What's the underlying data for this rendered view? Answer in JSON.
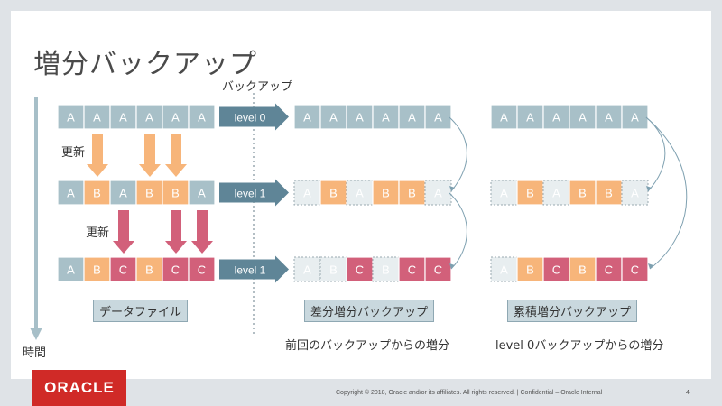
{
  "slide": {
    "title": "増分バックアップ",
    "backup_label": "バックアップ",
    "update_label_1": "更新",
    "update_label_2": "更新",
    "time_label": "時間",
    "datafile_label": "データファイル",
    "diff_label": "差分増分バックアップ",
    "cumulative_label": "累積増分バックアップ",
    "diff_desc": "前回のバックアップからの増分",
    "cumulative_desc": "level 0バックアップからの増分",
    "level0": "level 0",
    "level1a": "level 1",
    "level1b": "level 1",
    "footer": "Copyright © 2018, Oracle and/or its affiliates. All rights reserved.  |  Confidential – Oracle Internal",
    "page": "4",
    "logo": "ORACLE"
  },
  "colors": {
    "background": "#dfe3e7",
    "slide": "#ffffff",
    "blockA": "#a8c0c8",
    "blockB": "#f7b57a",
    "blockC": "#d2607a",
    "arrow": "#5f8597",
    "faded": "#e8eef0",
    "logo": "#d02a27"
  },
  "blocks": {
    "data_row1": [
      "A",
      "A",
      "A",
      "A",
      "A",
      "A"
    ],
    "data_row2": [
      "A",
      "B",
      "A",
      "B",
      "B",
      "A"
    ],
    "data_row3": [
      "A",
      "B",
      "C",
      "B",
      "C",
      "C"
    ],
    "diff_row1": [
      "A",
      "A",
      "A",
      "A",
      "A",
      "A"
    ],
    "diff_row2": [
      "A",
      "B",
      "A",
      "B",
      "B",
      "A"
    ],
    "diff_row3": [
      "A",
      "B",
      "C",
      "B",
      "C",
      "C"
    ],
    "cum_row1": [
      "A",
      "A",
      "A",
      "A",
      "A",
      "A"
    ],
    "cum_row2": [
      "A",
      "B",
      "A",
      "B",
      "B",
      "A"
    ],
    "cum_row3": [
      "A",
      "B",
      "C",
      "B",
      "C",
      "C"
    ]
  }
}
